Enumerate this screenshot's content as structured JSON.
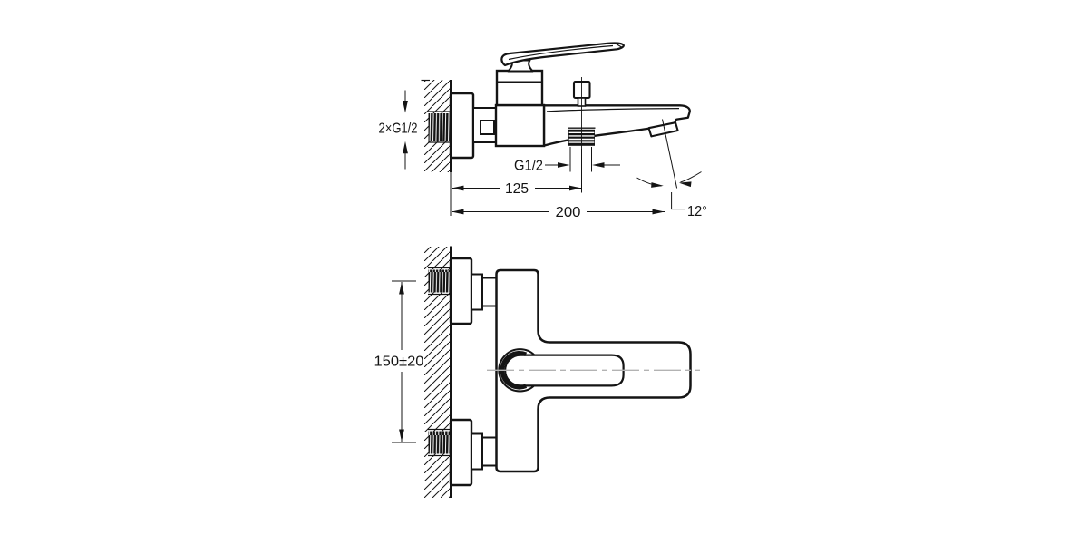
{
  "drawing": {
    "kind": "technical-dimension-drawing",
    "subject": "wall-mounted bath-shower mixer faucet, two orthographic views",
    "colors": {
      "line": "#141414",
      "centerline": "#b3b3b3",
      "background": "#ffffff"
    },
    "views": {
      "side_view": {
        "name": "side elevation",
        "dimensions": {
          "wall_thread": "2×G1/2",
          "outlet_thread": "G1/2",
          "outlet_center_from_wall": "125",
          "overall_projection": "200",
          "spout_angle": "12°"
        }
      },
      "front_view": {
        "name": "front elevation",
        "dimensions": {
          "inlet_spacing": "150±20"
        }
      }
    }
  }
}
